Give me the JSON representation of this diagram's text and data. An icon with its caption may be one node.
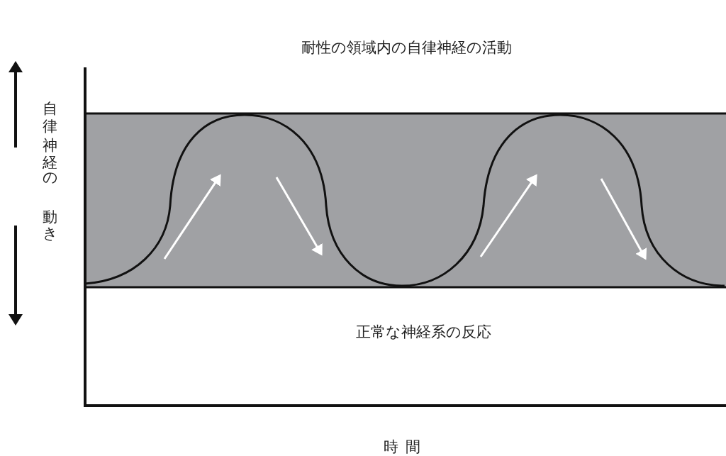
{
  "diagram": {
    "labels": [
      "耐性の領域内の自律神経の活動",
      "自律神経の動き",
      "正常な神経系の反応",
      "時間"
    ]
  }
}
